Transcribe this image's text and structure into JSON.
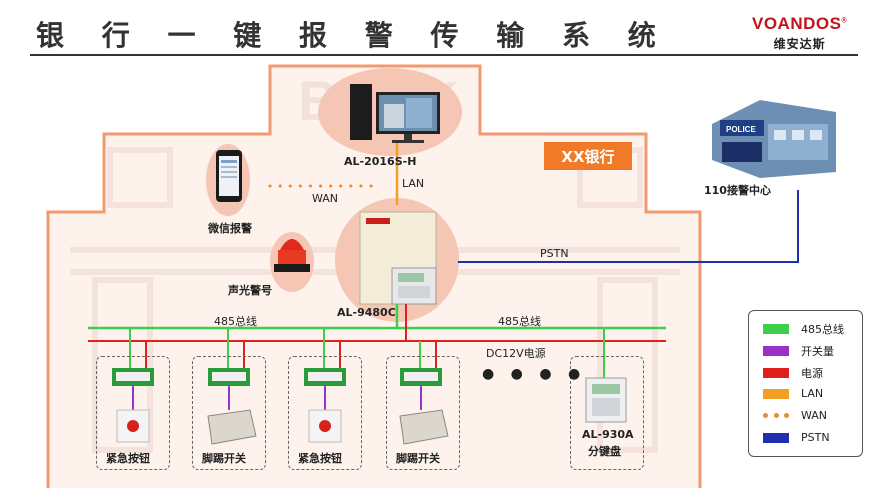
{
  "header": {
    "title": "银 行 一 键 报 警 传 输 系 统",
    "logo_en": "VOANDOS",
    "logo_mark": "®",
    "logo_cn": "维安达斯"
  },
  "bank": {
    "name": "XX银行",
    "watermark": "BANK"
  },
  "nodes": {
    "host": "AL-2016S-H",
    "wechat": "微信报警",
    "siren": "声光警号",
    "panel": "AL-9480C",
    "police": "110接警中心",
    "police_sign": "POLICE"
  },
  "links": {
    "lan": "LAN",
    "wan": "WAN",
    "pstn": "PSTN",
    "bus_left": "485总线",
    "bus_right": "485总线",
    "power": "DC12V电源"
  },
  "devices": [
    {
      "label": "紧急按钮",
      "kind": "button"
    },
    {
      "label": "脚踢开关",
      "kind": "kick"
    },
    {
      "label": "紧急按钮",
      "kind": "button"
    },
    {
      "label": "脚踢开关",
      "kind": "kick"
    }
  ],
  "ellipsis": "● ● ● ●",
  "keypad": {
    "model": "AL-930A",
    "name": "分键盘"
  },
  "legend": [
    {
      "label": "485总线",
      "color": "#3ecf4a",
      "style": "solid"
    },
    {
      "label": "开关量",
      "color": "#9b30c8",
      "style": "solid"
    },
    {
      "label": "电源",
      "color": "#e0201c",
      "style": "solid"
    },
    {
      "label": "LAN",
      "color": "#f2a023",
      "style": "solid"
    },
    {
      "label": "WAN",
      "color": "#f08a28",
      "style": "dots"
    },
    {
      "label": "PSTN",
      "color": "#1f2fb0",
      "style": "solid"
    }
  ]
}
